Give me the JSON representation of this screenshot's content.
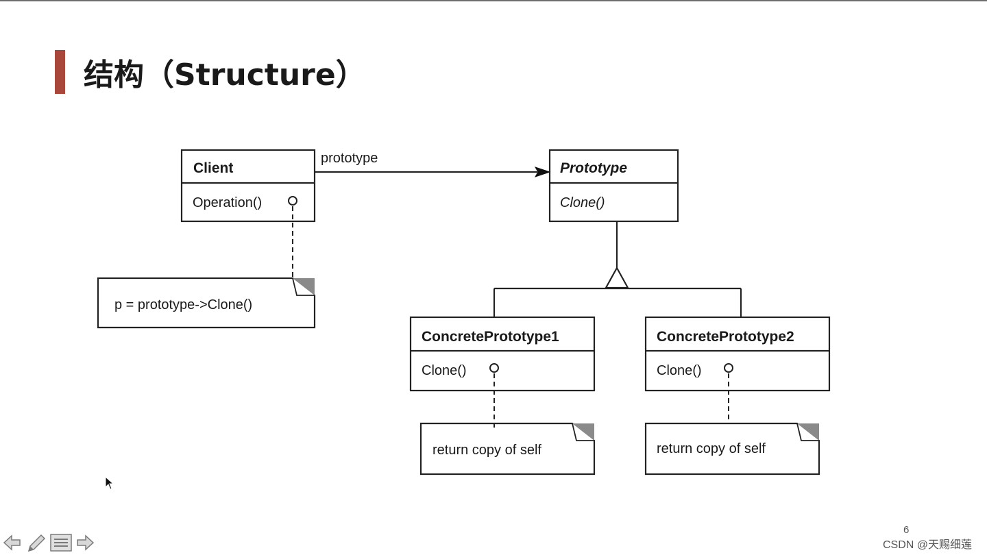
{
  "slide": {
    "title": "结构（Structure）",
    "page_number": "6",
    "watermark": "CSDN @天赐细莲",
    "accent_color": "#a9483a"
  },
  "diagram": {
    "classes": {
      "client": {
        "name": "Client",
        "operation": "Operation()"
      },
      "prototype": {
        "name": "Prototype",
        "operation": "Clone()",
        "abstract": true
      },
      "concrete1": {
        "name": "ConcretePrototype1",
        "operation": "Clone()"
      },
      "concrete2": {
        "name": "ConcretePrototype2",
        "operation": "Clone()"
      }
    },
    "association_label": "prototype",
    "notes": {
      "client_note": "p = prototype->Clone()",
      "concrete1_note": "return copy of self",
      "concrete2_note": "return copy of self"
    }
  },
  "navigation": {
    "icons": [
      "arrow-left-icon",
      "pen-icon",
      "menu-icon",
      "arrow-right-icon"
    ]
  }
}
